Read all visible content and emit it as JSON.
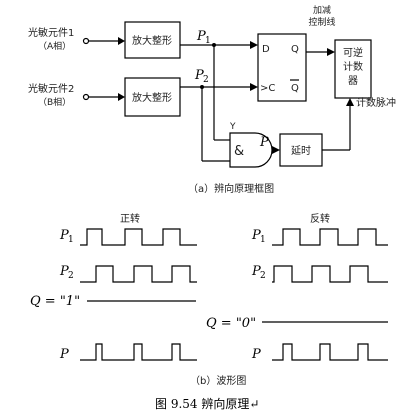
{
  "block_diagram": {
    "input1": {
      "name": "光敏元件1",
      "phase": "（A相）"
    },
    "input2": {
      "name": "光敏元件2",
      "phase": "（B相）"
    },
    "amp1_label": "放大整形",
    "amp2_label": "放大整形",
    "p1_letter": "P",
    "p1_sub": "1",
    "p2_letter": "P",
    "p2_sub": "2",
    "ff": {
      "d": "D",
      "q": "Q",
      "c": ">C",
      "qbar": "Q"
    },
    "and_top_letter": "Y",
    "and_symbol": "&",
    "p_out_letter": "P",
    "delay_label": "延时",
    "control_label_line1": "加减",
    "control_label_line2": "控制线",
    "counter_label_lines": [
      "可逆",
      "计数",
      "器"
    ],
    "pulse_label": "计数脉冲",
    "caption": "（a）辨向原理框图"
  },
  "waveforms": {
    "forward_title": "正转",
    "reverse_title": "反转",
    "p1_letter": "P",
    "p1_sub": "1",
    "p2_letter": "P",
    "p2_sub": "2",
    "p_letter": "P",
    "q_forward": "Q = \"1\"",
    "q_reverse": "Q = \"0\"",
    "caption": "（b）波形图"
  },
  "figure_caption": "图 9.54   辨向原理↵"
}
